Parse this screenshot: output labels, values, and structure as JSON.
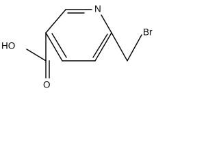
{
  "molecule": {
    "atoms": {
      "nitrogen": "N",
      "hydroxyl": "HO",
      "carbonyl_oxygen": "O",
      "bromine": "Br"
    }
  },
  "colors": {
    "bond": "#000000",
    "text": "#000000",
    "background": "#ffffff"
  }
}
